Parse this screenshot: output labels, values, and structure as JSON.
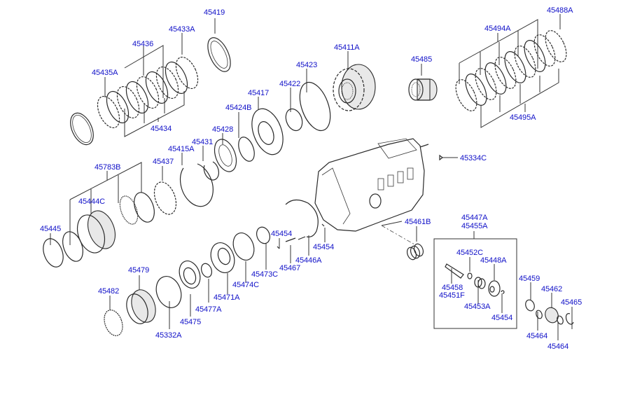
{
  "diagram": {
    "type": "exploded-parts-diagram",
    "subject": "automatic transmission internal parts",
    "label_color": "#1010c8",
    "line_color": "#2a2a2a"
  },
  "labels": {
    "p45419": "45419",
    "p45433A": "45433A",
    "p45436": "45436",
    "p45435A": "45435A",
    "p45434": "45434",
    "p45411A": "45411A",
    "p45423": "45423",
    "p45422": "45422",
    "p45417": "45417",
    "p45424B": "45424B",
    "p45428": "45428",
    "p45431": "45431",
    "p45415A": "45415A",
    "p45437": "45437",
    "p45783B": "45783B",
    "p45444C": "45444C",
    "p45445": "45445",
    "p45485": "45485",
    "p45494A": "45494A",
    "p45488A": "45488A",
    "p45495A": "45495A",
    "p45334C": "45334C",
    "p45461B": "45461B",
    "p45447A": "45447A",
    "p45455A": "45455A",
    "p45452C": "45452C",
    "p45448A": "45448A",
    "p45458": "45458",
    "p45451F": "45451F",
    "p45453A": "45453A",
    "p45454_kit": "45454",
    "p45459": "45459",
    "p45462": "45462",
    "p45465": "45465",
    "p45464_a": "45464",
    "p45464_b": "45464",
    "p45454_a": "45454",
    "p45454_b": "45454",
    "p45446A": "45446A",
    "p45467": "45467",
    "p45473C": "45473C",
    "p45474C": "45474C",
    "p45471A": "45471A",
    "p45477A": "45477A",
    "p45475": "45475",
    "p45479": "45479",
    "p45482": "45482",
    "p45332A": "45332A"
  }
}
